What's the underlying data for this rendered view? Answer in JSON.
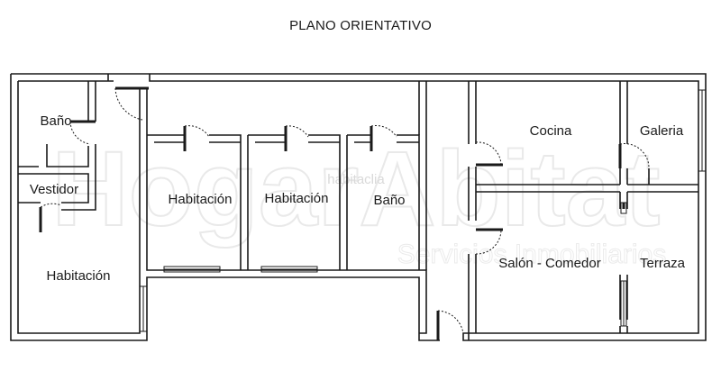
{
  "title": "PLANO ORIENTATIVO",
  "rooms": {
    "bano_1": "Baño",
    "vestidor": "Vestidor",
    "habitacion_principal": "Habitación",
    "habitacion_2": "Habitación",
    "habitacion_3": "Habitación",
    "bano_2": "Baño",
    "cocina": "Cocina",
    "galeria": "Galeria",
    "salon_comedor": "Salón - Comedor",
    "terraza": "Terraza"
  },
  "watermark": {
    "brand": "HogarAbitat",
    "tagline": "Servicios Inmobiliarios",
    "source": "habitaclia"
  },
  "colors": {
    "wall": "#1a1a1a",
    "background": "#ffffff",
    "watermark": "#e9e9e9"
  }
}
